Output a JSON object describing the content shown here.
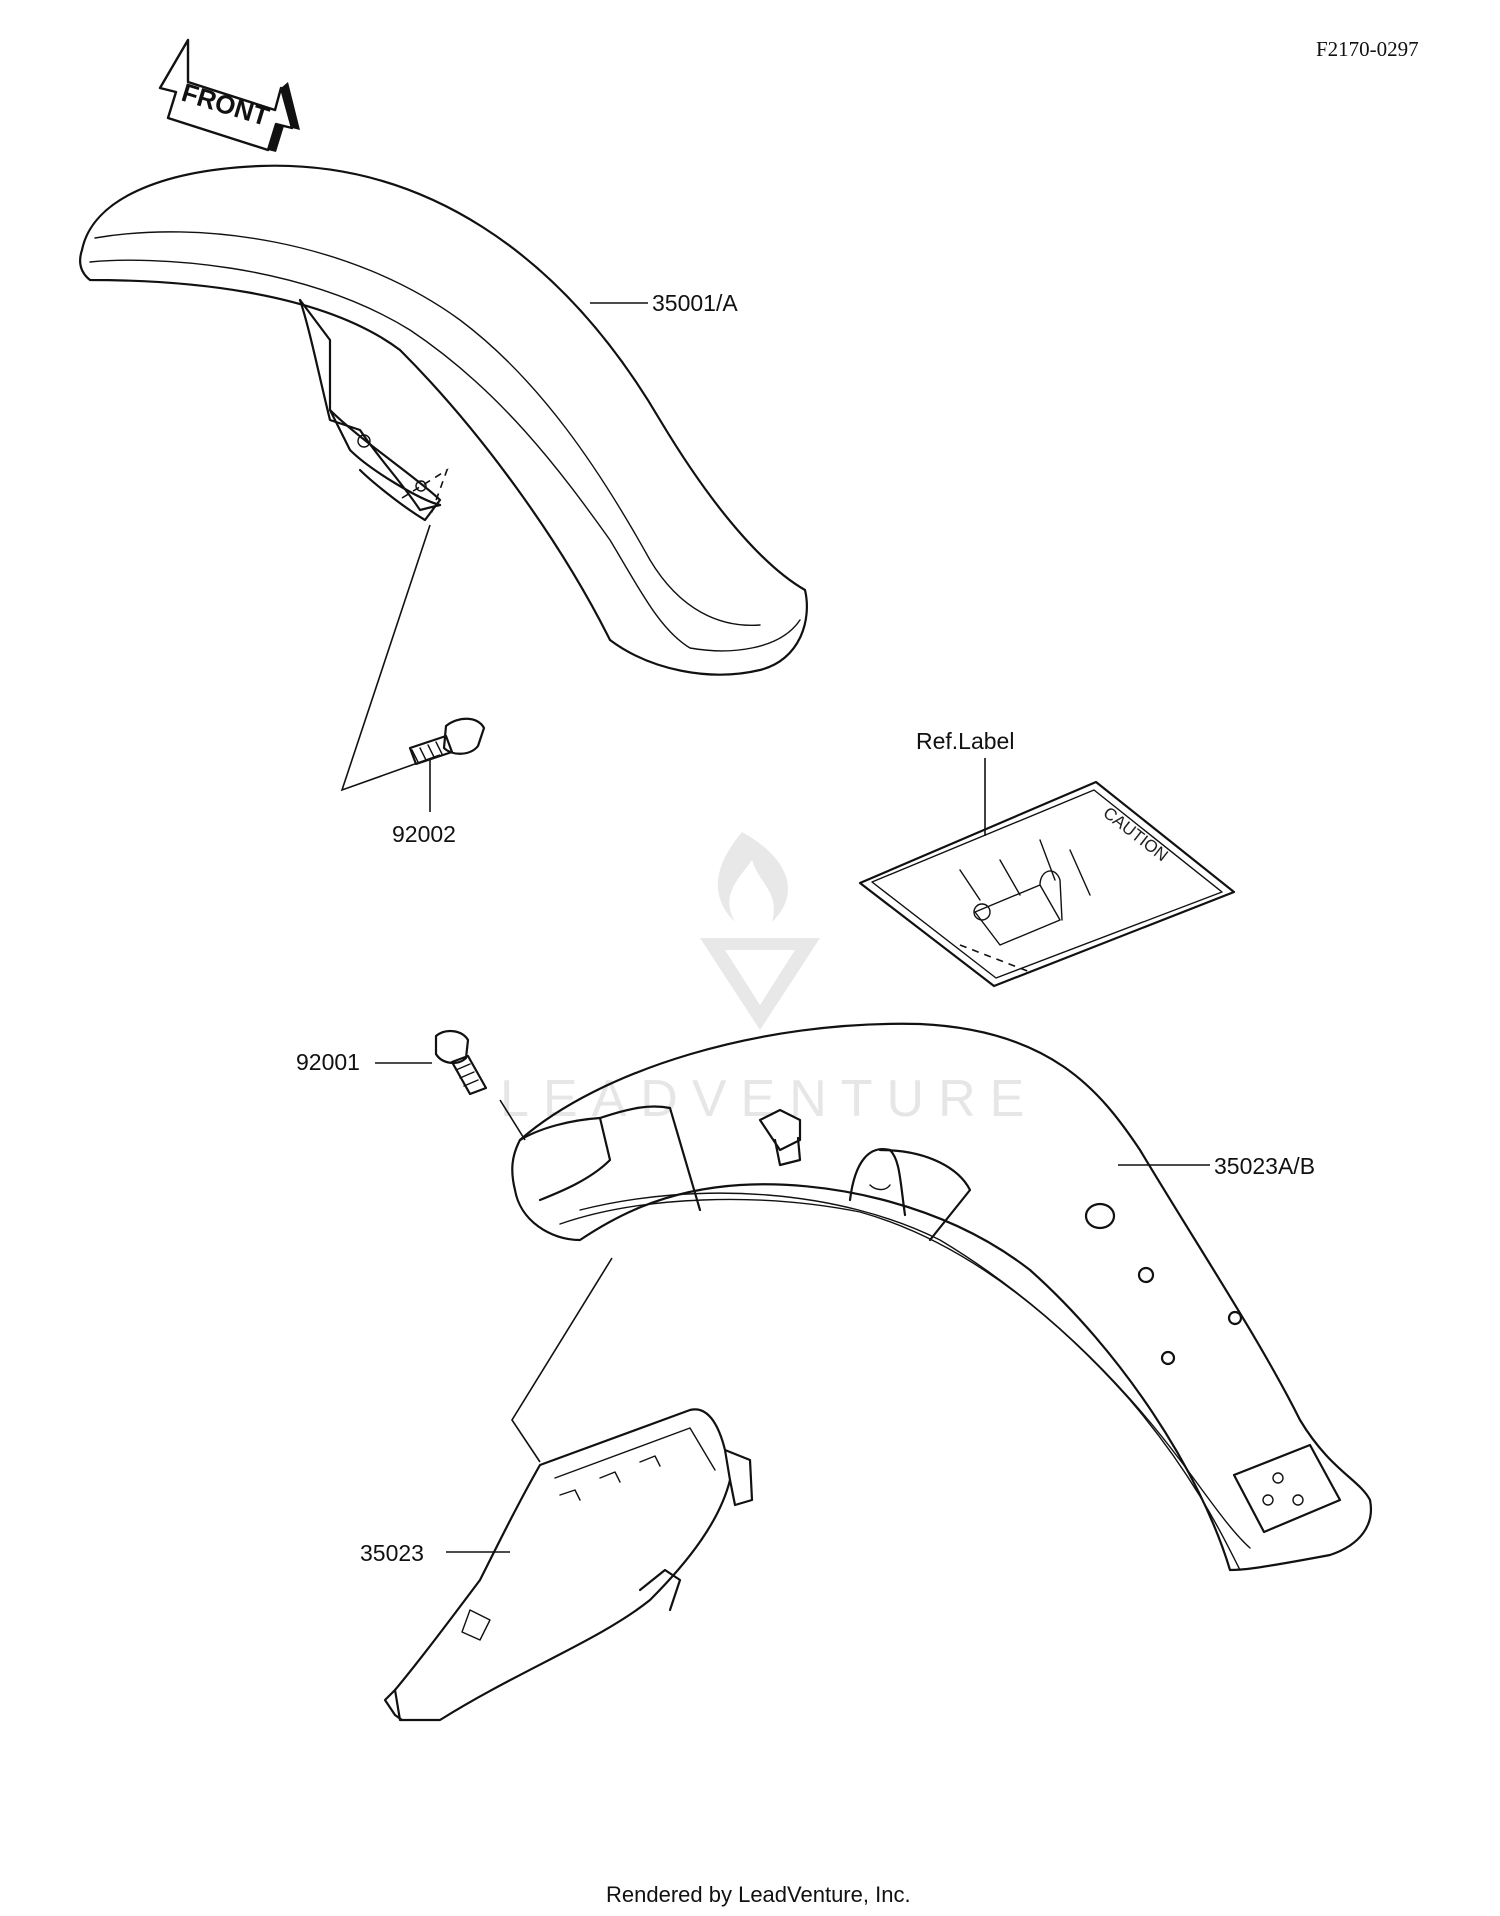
{
  "header": {
    "drawing_code": "F2170-0297"
  },
  "orientation": {
    "front_arrow_label": "FRONT"
  },
  "parts": {
    "front_fender": {
      "number": "35001/A"
    },
    "front_fender_bolt": {
      "number": "92002"
    },
    "ref_label": {
      "title": "Ref.Label",
      "caution_text": "CAUTION"
    },
    "rear_fender_bolt": {
      "number": "92001"
    },
    "rear_fender": {
      "number": "35023A/B"
    },
    "rear_fender_inner": {
      "number": "35023"
    }
  },
  "watermark": {
    "text": "LEADVENTURE"
  },
  "footer": {
    "rendered_by": "Rendered by LeadVenture, Inc."
  }
}
